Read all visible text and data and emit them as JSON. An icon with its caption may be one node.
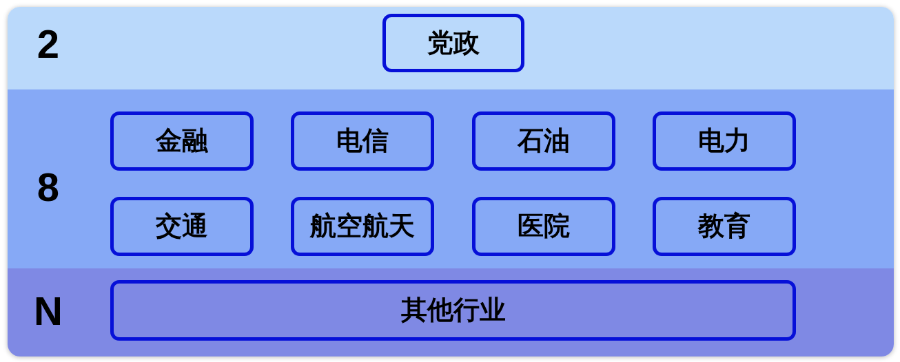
{
  "diagram": {
    "nodes": [
      {
        "text": [
          "2"
        ]
      },
      {
        "text": [
          "党政"
        ],
        "in": 0
      },
      {
        "text": [
          "8"
        ]
      },
      {
        "text": [
          "金融"
        ],
        "in": 2
      },
      {
        "text": [
          "电信"
        ],
        "in": 2
      },
      {
        "text": [
          "石油"
        ],
        "in": 2
      },
      {
        "text": [
          "电力"
        ],
        "in": 2
      },
      {
        "text": [
          "交通"
        ],
        "in": 2
      },
      {
        "text": [
          "航空航天"
        ],
        "in": 2
      },
      {
        "text": [
          "医院"
        ],
        "in": 2
      },
      {
        "text": [
          "教育"
        ],
        "in": 2
      },
      {
        "text": [
          "N"
        ]
      },
      {
        "text": [
          "其他行业"
        ],
        "in": 11
      }
    ]
  }
}
